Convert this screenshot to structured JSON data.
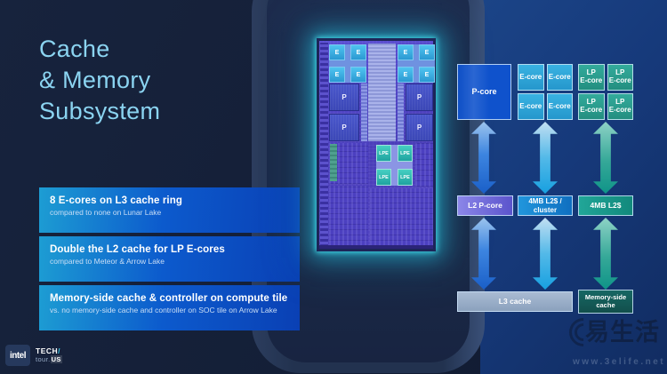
{
  "slide": {
    "title_lines": [
      "Cache",
      "& Memory",
      "Subsystem"
    ]
  },
  "callouts": [
    {
      "headline": "8 E-cores on L3 cache ring",
      "subtext": "compared to none on Lunar Lake"
    },
    {
      "headline": "Double the L2 cache for LP E-cores",
      "subtext": "compared to Meteor & Arrow Lake"
    },
    {
      "headline": "Memory-side cache & controller on compute tile",
      "subtext": "vs. no memory-side cache and controller on SOC tile on Arrow Lake"
    }
  ],
  "die_shot": {
    "e_core_label": "E",
    "p_core_label": "P",
    "lpe_core_label": "LPE"
  },
  "diagram": {
    "p_core_label": "P-core",
    "e_core_label": "E-core",
    "lp_e_core_label": "LP\nE-core",
    "l2_p_core_label": "L2 P-core",
    "l2_cluster_label": "4MB L2$ / cluster",
    "l2_lp_label": "4MB L2$",
    "l3_label": "L3 cache",
    "memory_side_label": "Memory-side\ncache"
  },
  "footer": {
    "intel_logo": "intel",
    "tech": "TECH",
    "tech_accent": "/",
    "tour": "tour.",
    "us": "US"
  },
  "watermark": {
    "logo_text": "易生活",
    "site_url": "www.3elife.net"
  },
  "colors": {
    "title_text": "#8bd4f1",
    "background_left": "#141f37",
    "background_right": "#16397a",
    "callout_gradient_start": "#1d9dd3",
    "callout_gradient_end": "#0a40b4",
    "p_core_blue": "#0f52cc",
    "e_core_cyan": "#2fa9de",
    "lp_e_core_teal": "#2ea293",
    "l2_p_core_purple": "#6c64d8",
    "l3_cache_slate": "#9aaec9",
    "memory_side_teal": "#145a56",
    "die_glow_cyan": "#2fd4e6",
    "die_purple": "#4f43c6"
  }
}
